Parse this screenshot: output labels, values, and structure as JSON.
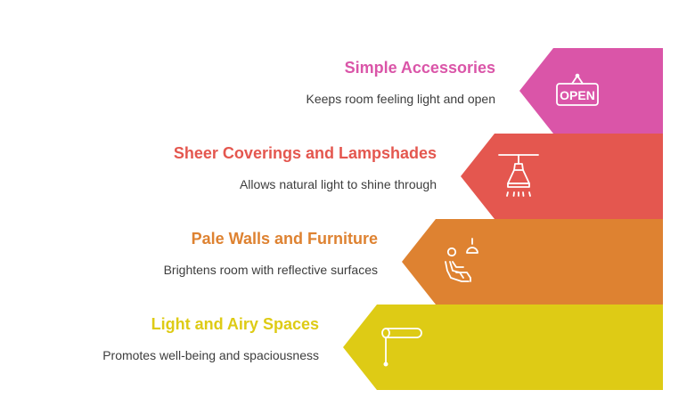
{
  "steps": [
    {
      "title": "Simple Accessories",
      "description": "Keeps room feeling light and open",
      "color": "#DA55A8",
      "icon": "open-sign-icon",
      "icon_text": "OPEN"
    },
    {
      "title": "Sheer Coverings and Lampshades",
      "description": "Allows natural light to shine through",
      "color": "#E4574F",
      "icon": "ceiling-lamp-icon"
    },
    {
      "title": "Pale Walls and Furniture",
      "description": "Brightens room with reflective surfaces",
      "color": "#DE8231",
      "icon": "person-in-chair-with-lamp-icon"
    },
    {
      "title": "Light and Airy Spaces",
      "description": "Promotes well-being and spaciousness",
      "color": "#DECB15",
      "icon": "flag-banner-icon"
    }
  ]
}
